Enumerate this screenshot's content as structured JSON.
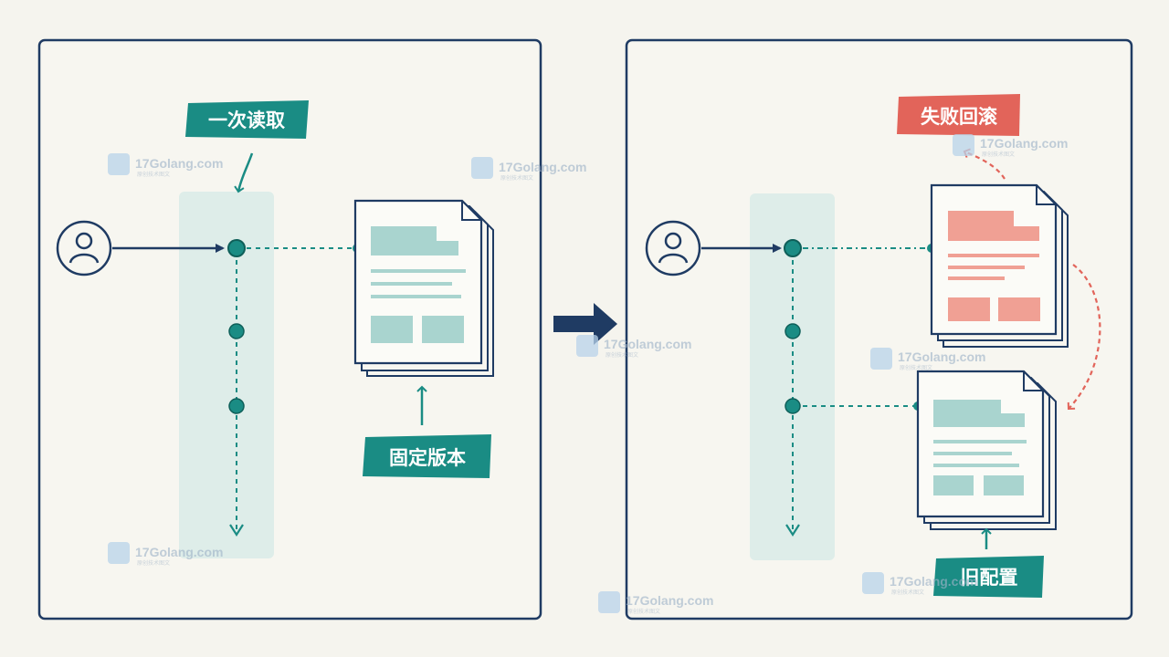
{
  "labels": {
    "read_once": "一次读取",
    "fixed_version": "固定版本",
    "rollback_failed": "失败回滚",
    "old_config": "旧配置"
  },
  "watermark": {
    "text": "17Golang.com",
    "subtext": "原创技术图文"
  },
  "colors": {
    "frame": "#1f3b63",
    "teal": "#1a8c84",
    "teal_fill": "#d7ebe7",
    "red": "#e2645a",
    "red_fill": "#f0a094",
    "navy": "#1f3b63",
    "background": "#f5f4ee"
  },
  "icons": {
    "user": "user-icon",
    "document": "document-stack-icon",
    "arrow": "arrow-right-icon"
  }
}
